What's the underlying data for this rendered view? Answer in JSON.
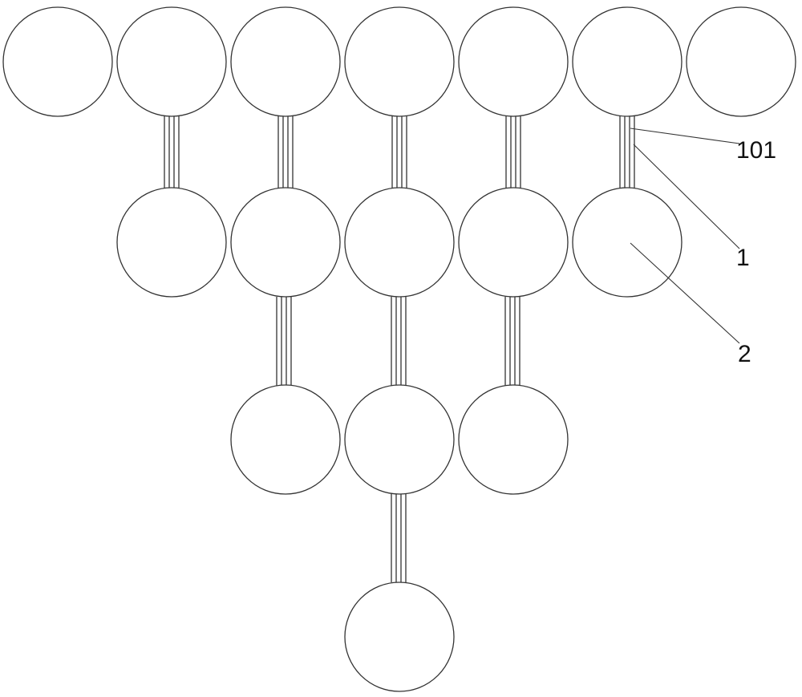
{
  "callouts": {
    "ref_101": "101",
    "ref_1": "1",
    "ref_2": "2"
  }
}
